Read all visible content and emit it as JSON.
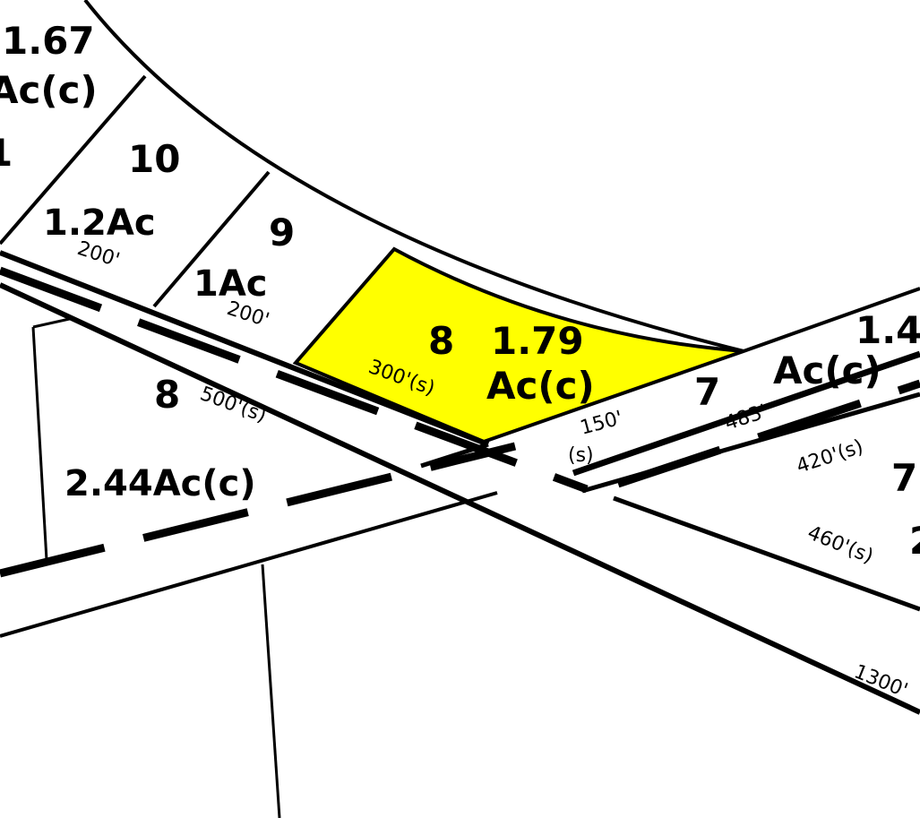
{
  "colors": {
    "highlight": "#ffff00",
    "line": "#000000",
    "background": "#ffffff"
  },
  "parcels": [
    {
      "lot": "",
      "area": "1.67",
      "area2": "Ac(c)"
    },
    {
      "lot": "1",
      "area": ""
    },
    {
      "lot": "10",
      "area": "1.2Ac",
      "frontage": "200'"
    },
    {
      "lot": "9",
      "area": "1Ac",
      "frontage": "200'"
    },
    {
      "lot": "8",
      "area": "1.79",
      "area2": "Ac(c)",
      "frontage": "300'(s)",
      "highlighted": true
    },
    {
      "lot": "8",
      "area": "2.44Ac(c)",
      "frontage": "500'(s)"
    },
    {
      "lot": "7",
      "area": "1.4",
      "area2": "Ac(c)",
      "frontage": "483'",
      "side": "150'",
      "side2": "(s)"
    },
    {
      "lot": "7",
      "area": "2",
      "frontage": "420'(s)",
      "side": "460'(s)"
    },
    {
      "lot": "",
      "frontage": "1300'"
    }
  ]
}
